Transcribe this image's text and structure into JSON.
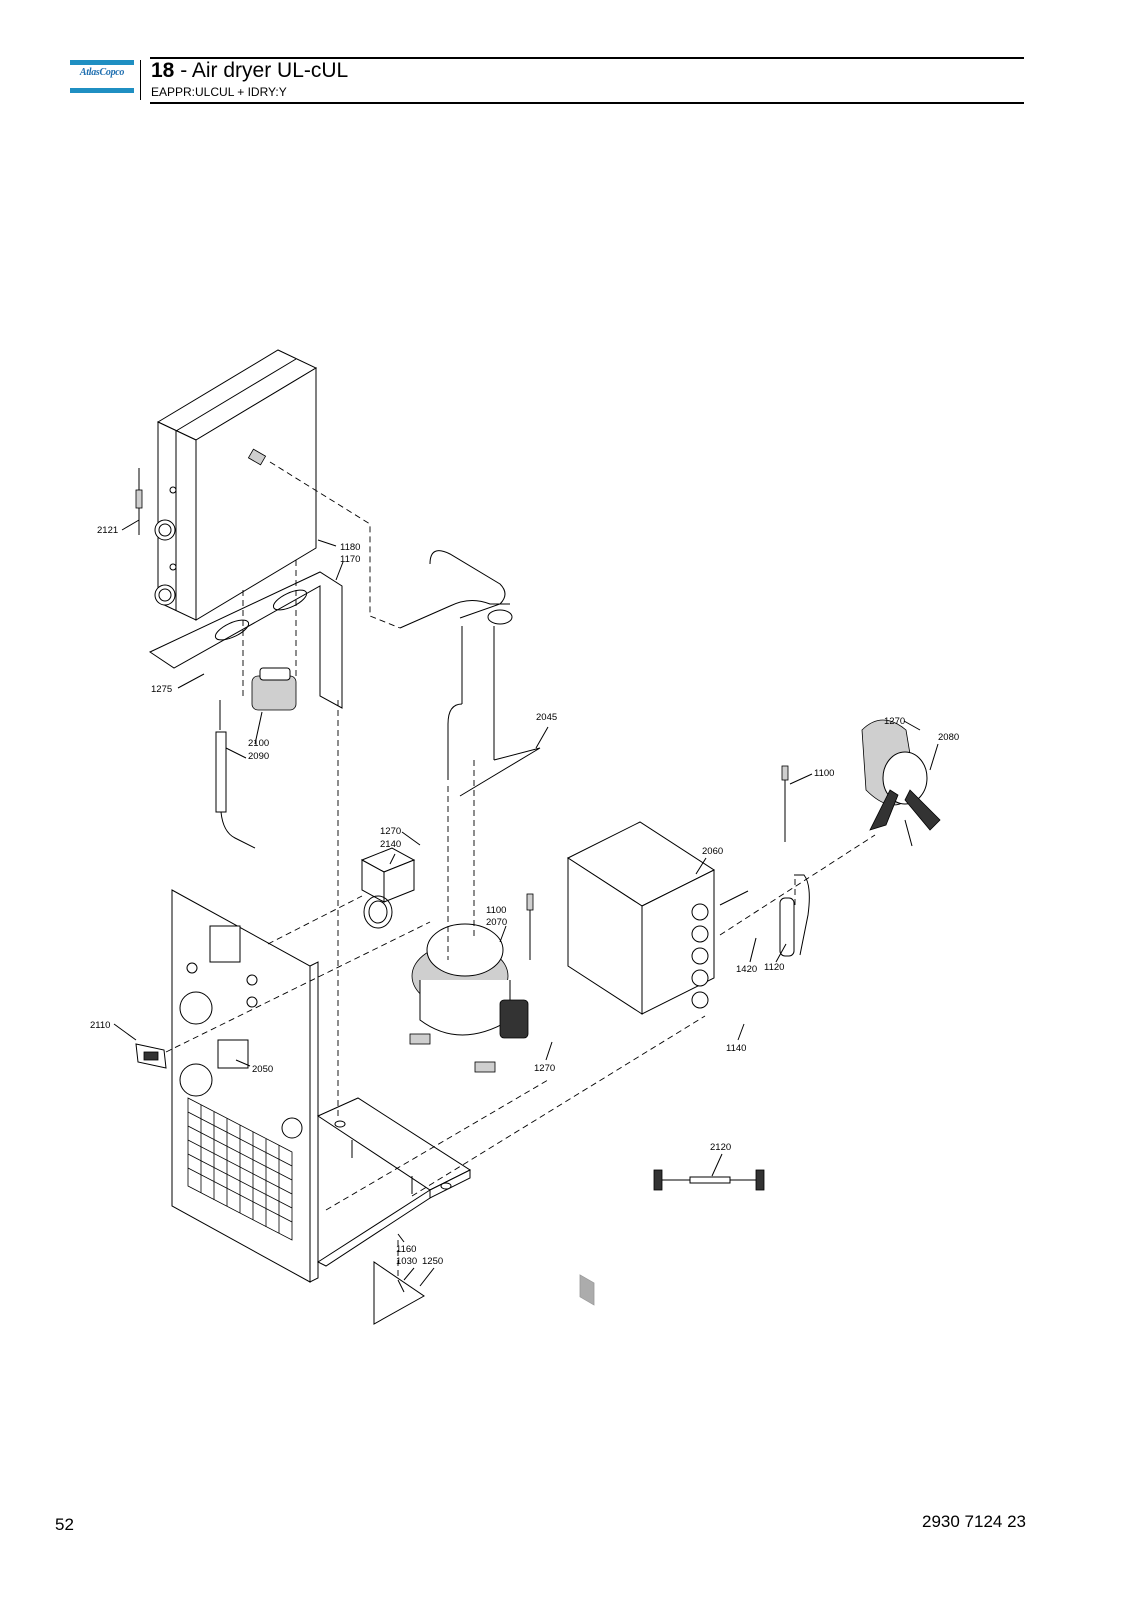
{
  "header": {
    "logo_text": "AtlasCopco",
    "section_number": "18",
    "section_title": " - Air dryer UL-cUL",
    "subtitle": "EAPPR:ULCUL + IDRY:Y"
  },
  "footer": {
    "page_number": "52",
    "document_number": "2930 7124 23"
  },
  "callouts": {
    "c2121": "2121",
    "c1180": "1180",
    "c1170": "1170",
    "c1275": "1275",
    "c2100": "2100",
    "c2090": "2090",
    "c2045": "2045",
    "c1270a": "1270",
    "c2080": "2080",
    "c1100a": "1100",
    "c1270b": "1270",
    "c2140": "2140",
    "c2060": "2060",
    "c1100b": "1100",
    "c2070": "2070",
    "c1420": "1420",
    "c1120": "1120",
    "c2110": "2110",
    "c2050": "2050",
    "c1270c": "1270",
    "c1140": "1140",
    "c2120": "2120",
    "c1160": "1160",
    "c1030": "1030",
    "c1250": "1250"
  }
}
